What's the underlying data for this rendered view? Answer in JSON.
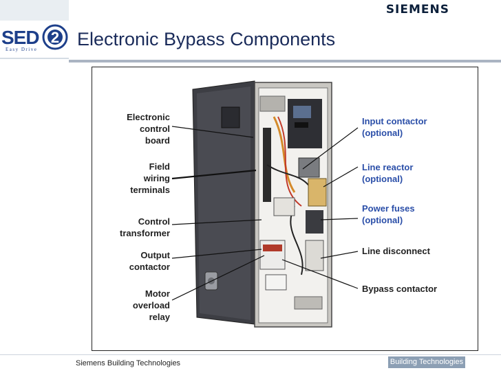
{
  "header": {
    "brand": "SIEMENS",
    "logo_text": "SED",
    "logo_number": "2",
    "logo_subtitle": "Easy Drive"
  },
  "slide": {
    "title": "Electronic Bypass Components"
  },
  "labels_left": [
    {
      "id": "electronic-control-board",
      "lines": [
        "Electronic",
        "control",
        "board"
      ]
    },
    {
      "id": "field-wiring-terminals",
      "lines": [
        "Field",
        "wiring",
        "terminals"
      ]
    },
    {
      "id": "control-transformer",
      "lines": [
        "Control",
        "transformer"
      ]
    },
    {
      "id": "output-contactor",
      "lines": [
        "Output",
        "contactor"
      ]
    },
    {
      "id": "motor-overload-relay",
      "lines": [
        "Motor",
        "overload",
        "relay"
      ]
    }
  ],
  "labels_right": [
    {
      "id": "input-contactor",
      "lines": [
        "Input contactor",
        "(optional)"
      ]
    },
    {
      "id": "line-reactor",
      "lines": [
        "Line reactor",
        "(optional)"
      ]
    },
    {
      "id": "power-fuses",
      "lines": [
        "Power fuses",
        "(optional)"
      ]
    },
    {
      "id": "line-disconnect",
      "lines": [
        "Line disconnect"
      ]
    },
    {
      "id": "bypass-contactor",
      "lines": [
        "Bypass contactor"
      ]
    }
  ],
  "colors": {
    "title": "#1a2b5a",
    "optional_label": "#2a4ea8",
    "plain_label": "#222222",
    "badge": "#8c9fb4"
  },
  "footer": {
    "left": "Siemens Building Technologies",
    "right": "Building Technologies"
  }
}
